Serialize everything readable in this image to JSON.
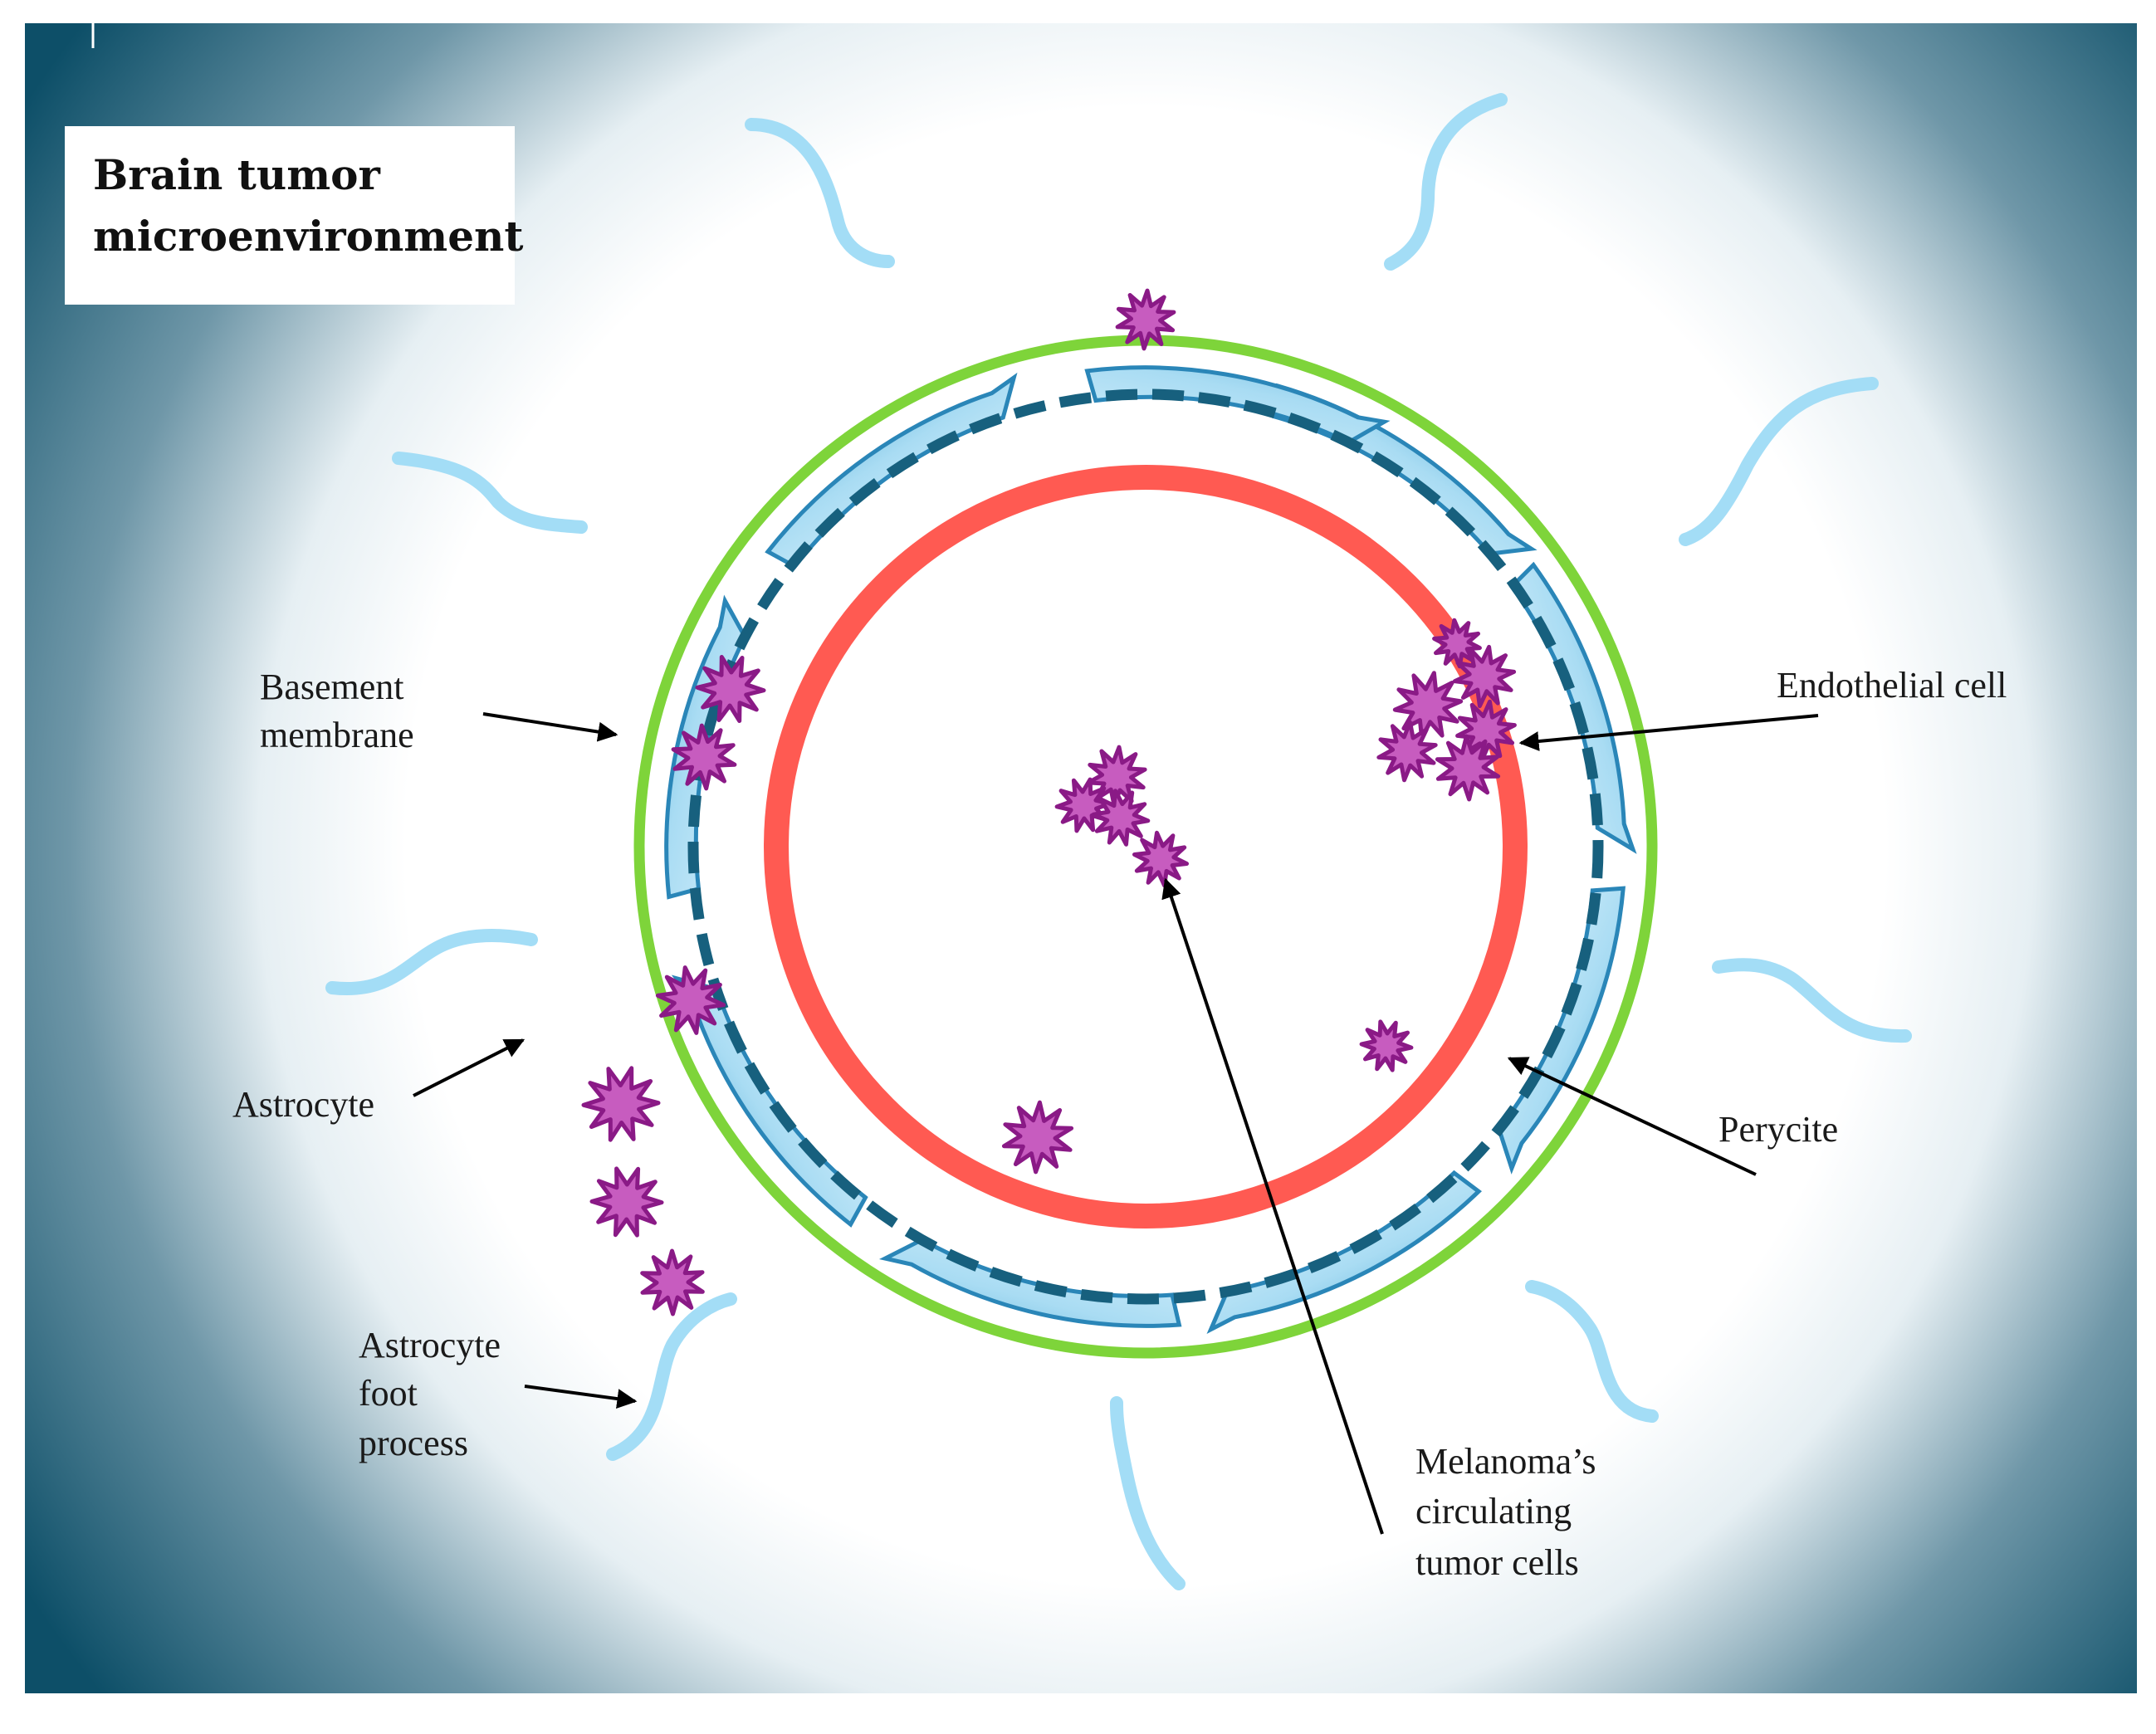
{
  "title": {
    "line1": "Brain tumor",
    "line2": "microenvironment"
  },
  "labels": {
    "basement_membrane": [
      "Basement",
      "membrane"
    ],
    "endothelial_cell": "Endothelial cell",
    "astrocyte": "Astrocyte",
    "perycite": "Perycite",
    "astrocyte_foot_process": [
      "Astrocyte",
      "foot",
      "process"
    ],
    "melanoma_ctc": [
      "Melanoma’s",
      "circulating",
      "tumor cells"
    ]
  },
  "colors": {
    "background_edge": "#0d4f68",
    "background_center": "#ffffff",
    "endothelial_ring": "#ff5a52",
    "pericyte_ring": "#17607e",
    "basement_ring": "#7ed43a",
    "astrocyte_foot": "#5ab0dc",
    "astrocyte_process": "#9fdcf6",
    "tumor_cell_fill": "#c75cbf",
    "tumor_cell_stroke": "#8a1a86",
    "arrow": "#000000"
  },
  "icons": [
    "tumor-cell-icon",
    "astrocyte-foot-icon",
    "astrocyte-process-icon"
  ]
}
